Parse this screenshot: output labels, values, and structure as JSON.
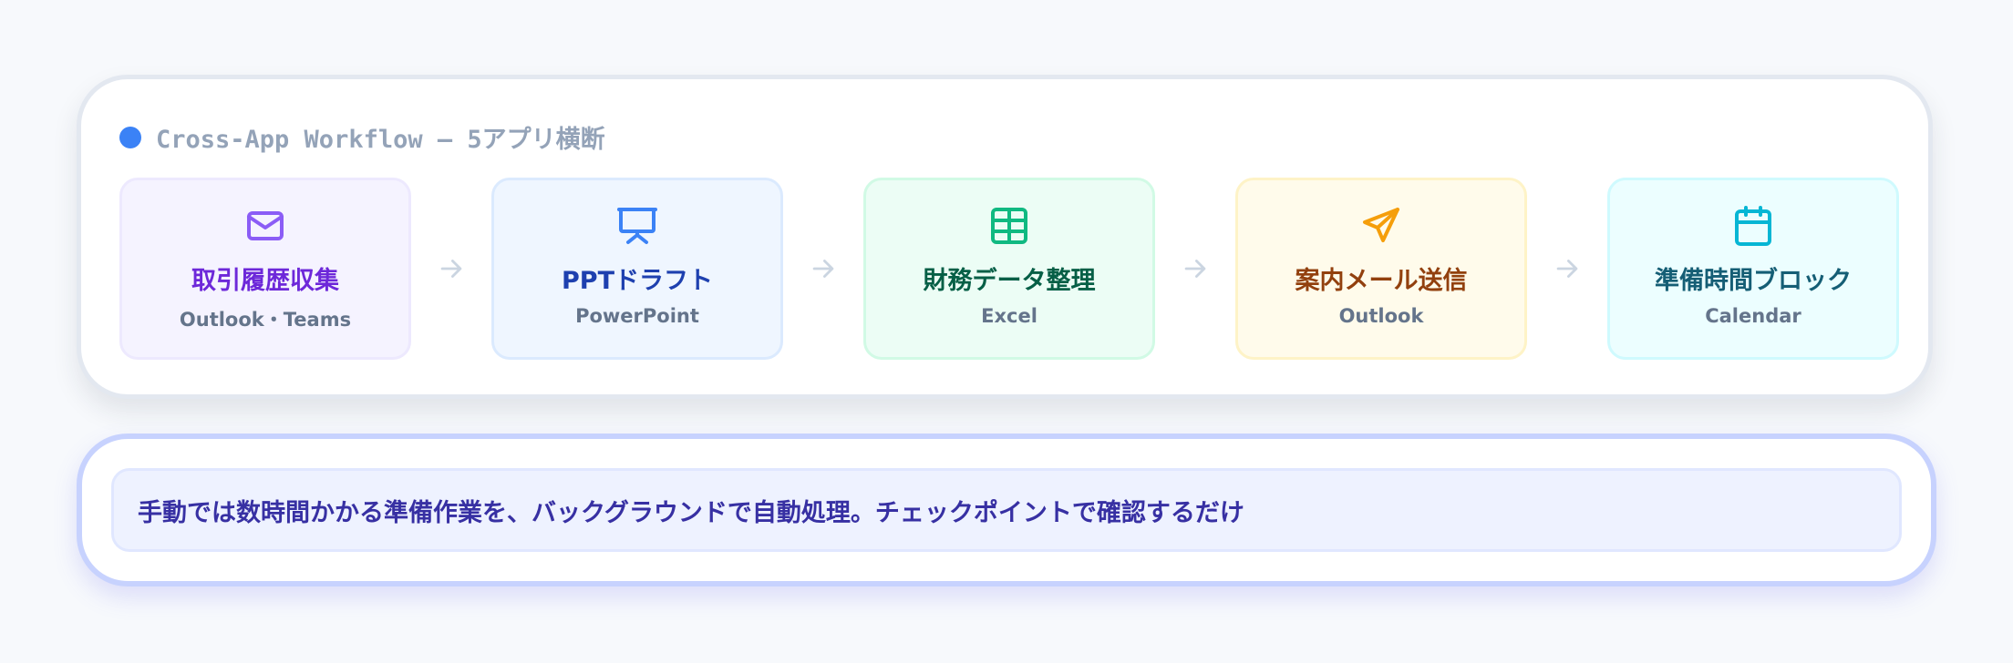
{
  "workflow": {
    "title": "Cross-App Workflow — 5アプリ横断",
    "steps": [
      {
        "label": "取引履歴収集",
        "app": "Outlook・Teams",
        "icon": "mail-icon",
        "accent": "#8b5cf6",
        "label_color": "#6d28d9",
        "bg": "#f5f3ff",
        "border": "#ede9fe"
      },
      {
        "label": "PPTドラフト",
        "app": "PowerPoint",
        "icon": "presentation-icon",
        "accent": "#3b82f6",
        "label_color": "#1e40af",
        "bg": "#eff6ff",
        "border": "#dbeafe"
      },
      {
        "label": "財務データ整理",
        "app": "Excel",
        "icon": "spreadsheet-icon",
        "accent": "#10b981",
        "label_color": "#065f46",
        "bg": "#ecfdf5",
        "border": "#d1fae5"
      },
      {
        "label": "案内メール送信",
        "app": "Outlook",
        "icon": "send-icon",
        "accent": "#f59e0b",
        "label_color": "#92400e",
        "bg": "#fffbeb",
        "border": "#fef3c7"
      },
      {
        "label": "準備時間ブロック",
        "app": "Calendar",
        "icon": "calendar-icon",
        "accent": "#06b6d4",
        "label_color": "#155e75",
        "bg": "#ecfeff",
        "border": "#cffafe"
      }
    ],
    "arrow_icon": "arrow-right-icon",
    "arrow_color": "#cbd5e1"
  },
  "message": {
    "text": "手動では数時間かかる準備作業を、バックグラウンドで自動処理。チェックポイントで確認するだけ"
  }
}
